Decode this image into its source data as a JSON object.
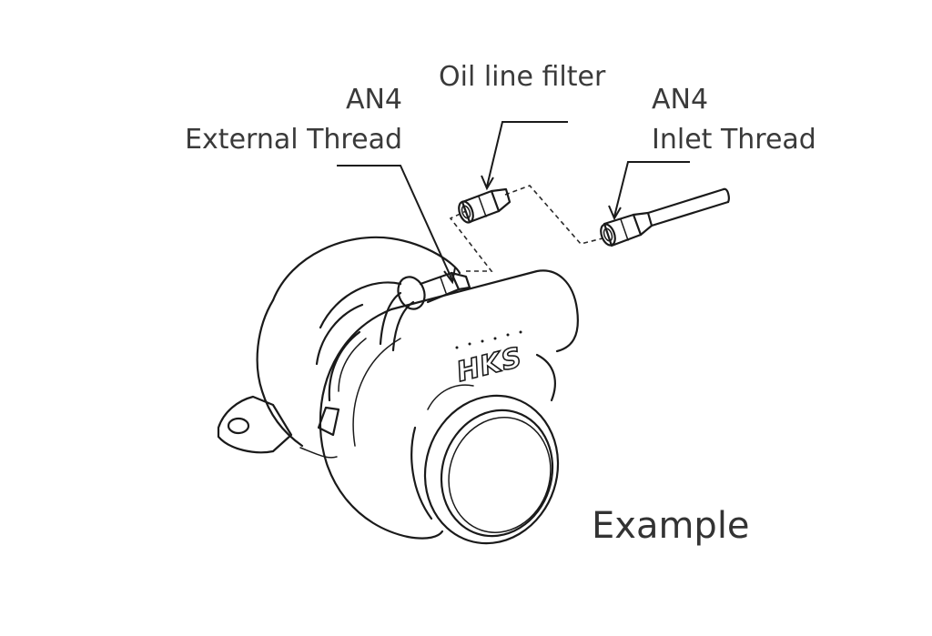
{
  "labels": {
    "left_an": "AN4",
    "left_thread": "External Thread",
    "center_filter": "Oil line filter",
    "right_an": "AN4",
    "right_thread": "Inlet Thread",
    "example": "Example"
  },
  "logo": {
    "text": "HKS"
  },
  "colors": {
    "line": "#1a1a1a",
    "text": "#3a3a3a",
    "background": "#ffffff"
  }
}
